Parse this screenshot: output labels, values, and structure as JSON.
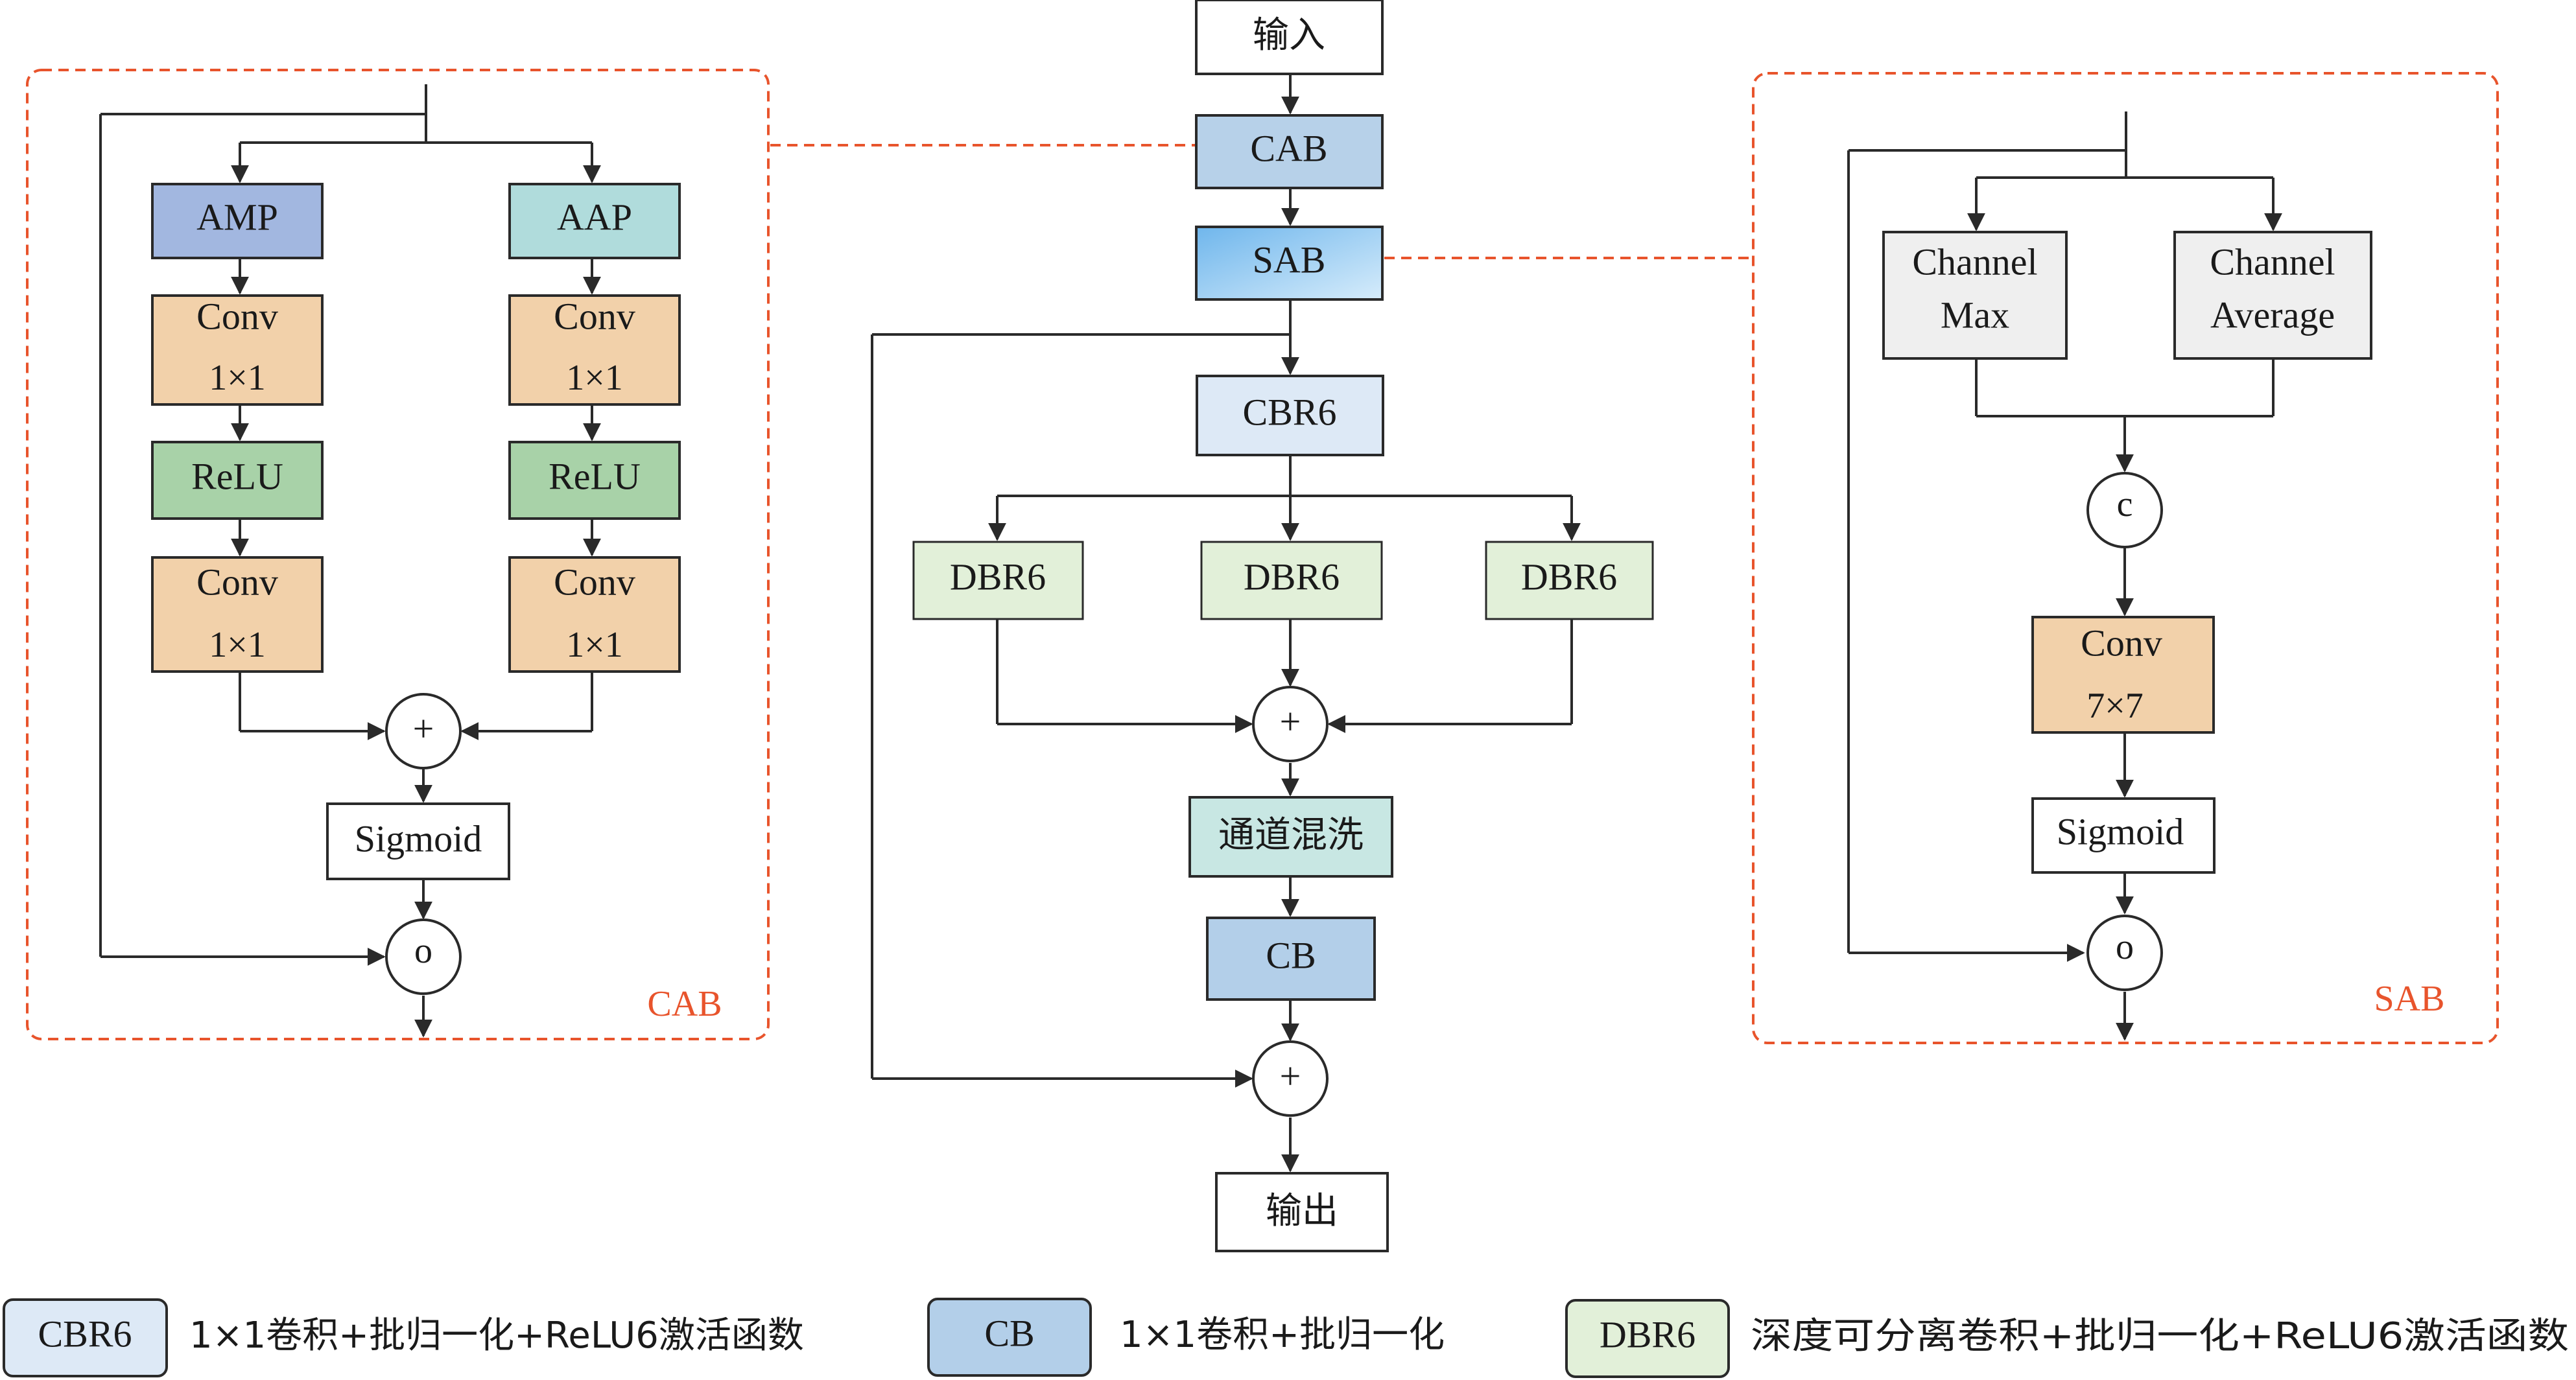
{
  "colors": {
    "amp": "#a2b7e0",
    "aap": "#b0dcdc",
    "conv": "#f2d1aa",
    "relu": "#a8d2a8",
    "cab": "#b7d1e9",
    "sab": "#8fc9f0",
    "cbr6": "#dde9f6",
    "dbr6": "#e2f0d9",
    "shuffle": "#c8e7e3",
    "cb": "#b3cfe9",
    "channel": "#efefef",
    "white": "#ffffff",
    "stroke": "#2a2a2a",
    "dashed": "#e8542c"
  },
  "cab_detail": {
    "tag": "CAB",
    "amp": "AMP",
    "aap": "AAP",
    "conv_line1": "Conv",
    "conv_line2": "1×1",
    "relu": "ReLU",
    "add": "+",
    "sigmoid": "Sigmoid",
    "mul": "o"
  },
  "main": {
    "input": "输入",
    "cab": "CAB",
    "sab": "SAB",
    "cbr6": "CBR6",
    "dbr6": "DBR6",
    "add": "+",
    "shuffle": "通道混洗",
    "cb": "CB",
    "output": "输出"
  },
  "sab_detail": {
    "tag": "SAB",
    "max_line1": "Channel",
    "max_line2": "Max",
    "avg_line1": "Channel",
    "avg_line2": "Average",
    "concat": "c",
    "conv_line1": "Conv",
    "conv_line2": "7×7",
    "sigmoid": "Sigmoid",
    "mul": "o"
  },
  "legend": [
    {
      "label": "CBR6",
      "desc": "1×1卷积+批归一化+ReLU6激活函数"
    },
    {
      "label": "CB",
      "desc": "1×1卷积+批归一化"
    },
    {
      "label": "DBR6",
      "desc": "深度可分离卷积+批归一化+ReLU6激活函数"
    }
  ]
}
